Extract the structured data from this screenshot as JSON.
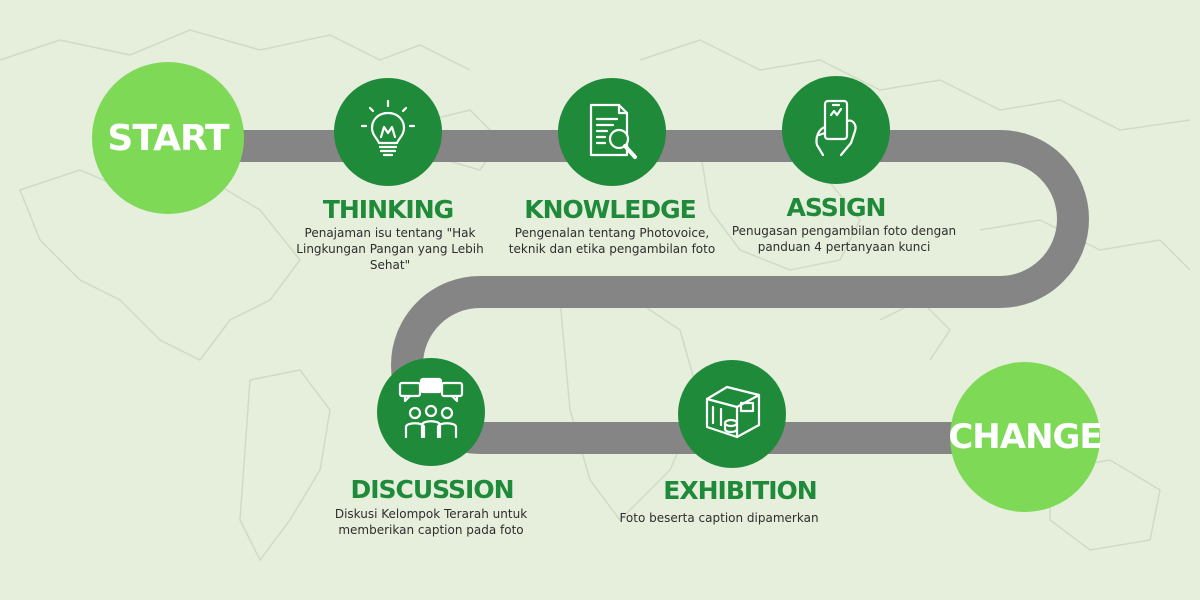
{
  "start": {
    "label": "START"
  },
  "end": {
    "label": "CHANGE"
  },
  "steps": [
    {
      "title": "THINKING",
      "desc": "Penajaman isu tentang \"Hak Lingkungan Pangan yang Lebih Sehat\"",
      "icon": "lightbulb-icon"
    },
    {
      "title": "KNOWLEDGE",
      "desc": "Pengenalan tentang Photovoice, teknik dan etika pengambilan foto",
      "icon": "document-search-icon"
    },
    {
      "title": "ASSIGN",
      "desc": "Penugasan pengambilan foto dengan panduan 4 pertanyaan kunci",
      "icon": "phone-camera-icon"
    },
    {
      "title": "DISCUSSION",
      "desc": "Diskusi Kelompok Terarah untuk memberikan caption pada foto",
      "icon": "group-chat-icon"
    },
    {
      "title": "EXHIBITION",
      "desc": "Foto beserta caption dipamerkan",
      "icon": "exhibition-booth-icon"
    }
  ],
  "colors": {
    "background": "#e6eedc",
    "road": "#858585",
    "accent_light": "#7ed957",
    "accent_dark": "#1f8a3a"
  }
}
